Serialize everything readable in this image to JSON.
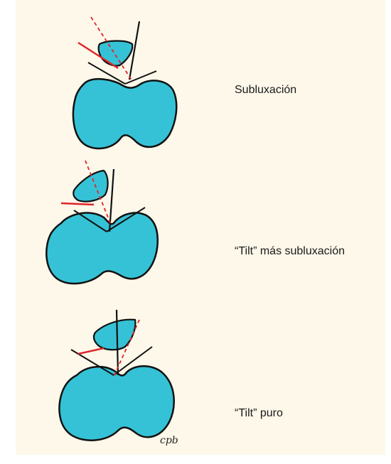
{
  "figure": {
    "panels": [
      {
        "id": "panel-1",
        "caption": "Subluxación"
      },
      {
        "id": "panel-2",
        "caption": "“Tilt” más subluxación"
      },
      {
        "id": "panel-3",
        "caption": "“Tilt” puro"
      }
    ],
    "signature": "cpb"
  },
  "colors": {
    "background": "#fdf8ea",
    "bone_fill": "#35c2d6",
    "bone_stroke": "#111111",
    "red_line": "#e0242a",
    "red_dash": "#e0242a"
  }
}
